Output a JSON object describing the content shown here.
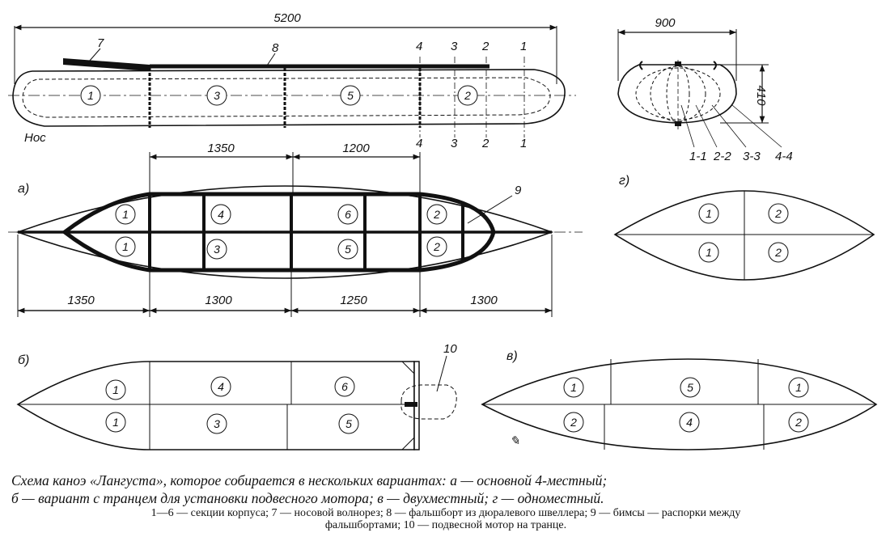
{
  "top_view": {
    "dim_total": "5200",
    "label_7": "7",
    "label_8": "8",
    "nose_label": "Нос",
    "sections": [
      "1",
      "3",
      "5",
      "2"
    ],
    "cut_top": [
      "4",
      "3",
      "2",
      "1"
    ],
    "cut_bottom": [
      "4",
      "3",
      "2",
      "1"
    ]
  },
  "cross_section": {
    "dim_width": "900",
    "dim_height": "410",
    "labels": [
      "1-1",
      "2-2",
      "3-3",
      "4-4"
    ]
  },
  "view_a": {
    "panel_label": "а)",
    "dim_upper": [
      "1350",
      "1200"
    ],
    "dim_lower": [
      "1350",
      "1300",
      "1250",
      "1300"
    ],
    "label_9": "9",
    "sections_top": [
      "1",
      "4",
      "6",
      "2"
    ],
    "sections_bottom": [
      "1",
      "3",
      "5",
      "2"
    ]
  },
  "view_g": {
    "panel_label": "г)",
    "sections": [
      "1",
      "2",
      "1",
      "2"
    ]
  },
  "view_b": {
    "panel_label": "б)",
    "label_10": "10",
    "sections_top": [
      "1",
      "4",
      "6"
    ],
    "sections_bottom": [
      "1",
      "3",
      "5"
    ]
  },
  "view_v": {
    "panel_label": "в)",
    "sections_top": [
      "1",
      "5",
      "1"
    ],
    "sections_bottom": [
      "2",
      "4",
      "2"
    ]
  },
  "caption": {
    "line1": "Схема каноэ «Лангуста», которое собирается в нескольких вариантах: а — основной 4-местный;",
    "line2": "б — вариант с транцем для установки подвесного мотора; в — двухместный; г — одноместный.",
    "legend1": "1—6 — секции корпуса; 7 — носовой волнорез; 8 — фальшборт из дюралевого швеллера; 9 — бимсы — распорки между",
    "legend2": "фальшбортами; 10 — подвесной мотор на транце."
  }
}
